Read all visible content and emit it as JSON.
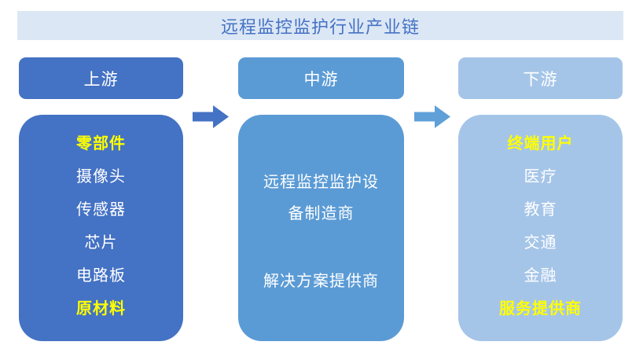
{
  "title": "远程监控监护行业产业链",
  "columns": [
    {
      "id": "upstream",
      "header": "上游",
      "items": [
        {
          "label": "零部件",
          "highlight": true
        },
        {
          "label": "摄像头",
          "highlight": false
        },
        {
          "label": "传感器",
          "highlight": false
        },
        {
          "label": "芯片",
          "highlight": false
        },
        {
          "label": "电路板",
          "highlight": false
        },
        {
          "label": "原材料",
          "highlight": true
        }
      ]
    },
    {
      "id": "midstream",
      "header": "中游",
      "items": [
        {
          "label": "远程监控监护设",
          "highlight": false
        },
        {
          "label": "备制造商",
          "highlight": false
        },
        {
          "label": "解决方案提供商",
          "highlight": false
        }
      ]
    },
    {
      "id": "downstream",
      "header": "下游",
      "items": [
        {
          "label": "终端用户",
          "highlight": true
        },
        {
          "label": "医疗",
          "highlight": false
        },
        {
          "label": "教育",
          "highlight": false
        },
        {
          "label": "交通",
          "highlight": false
        },
        {
          "label": "金融",
          "highlight": false
        },
        {
          "label": "服务提供商",
          "highlight": true
        }
      ]
    }
  ],
  "icons": {
    "arrow_right_1": "block-arrow-right",
    "arrow_right_2": "block-arrow-right"
  },
  "colors": {
    "title_bg": "#DCE7F5",
    "title_text": "#4472C4",
    "upstream": "#4472C4",
    "midstream": "#5B9BD5",
    "downstream": "#A5C5E8",
    "arrow1": "#4472C4",
    "arrow2": "#60A0D8",
    "highlight": "#FFFF00",
    "body_text": "#FFFFFF"
  }
}
